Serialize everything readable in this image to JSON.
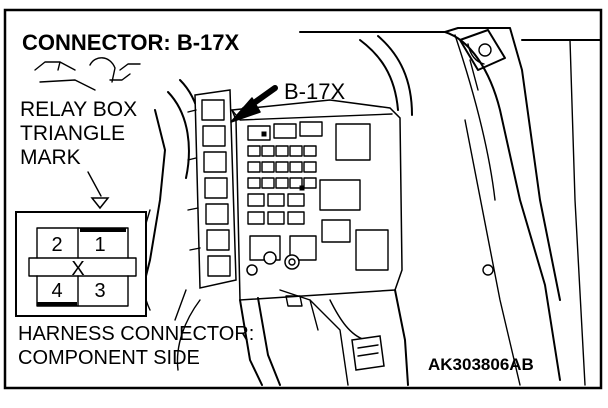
{
  "title": "CONNECTOR: B-17X",
  "callout_label": "B-17X",
  "relay_box_label": [
    "RELAY BOX",
    "TRIANGLE",
    "MARK"
  ],
  "connector_pins": [
    "2",
    "1",
    "X",
    "4",
    "3"
  ],
  "harness_label": [
    "HARNESS CONNECTOR:",
    "COMPONENT SIDE"
  ],
  "figure_code": "AK303806AB"
}
